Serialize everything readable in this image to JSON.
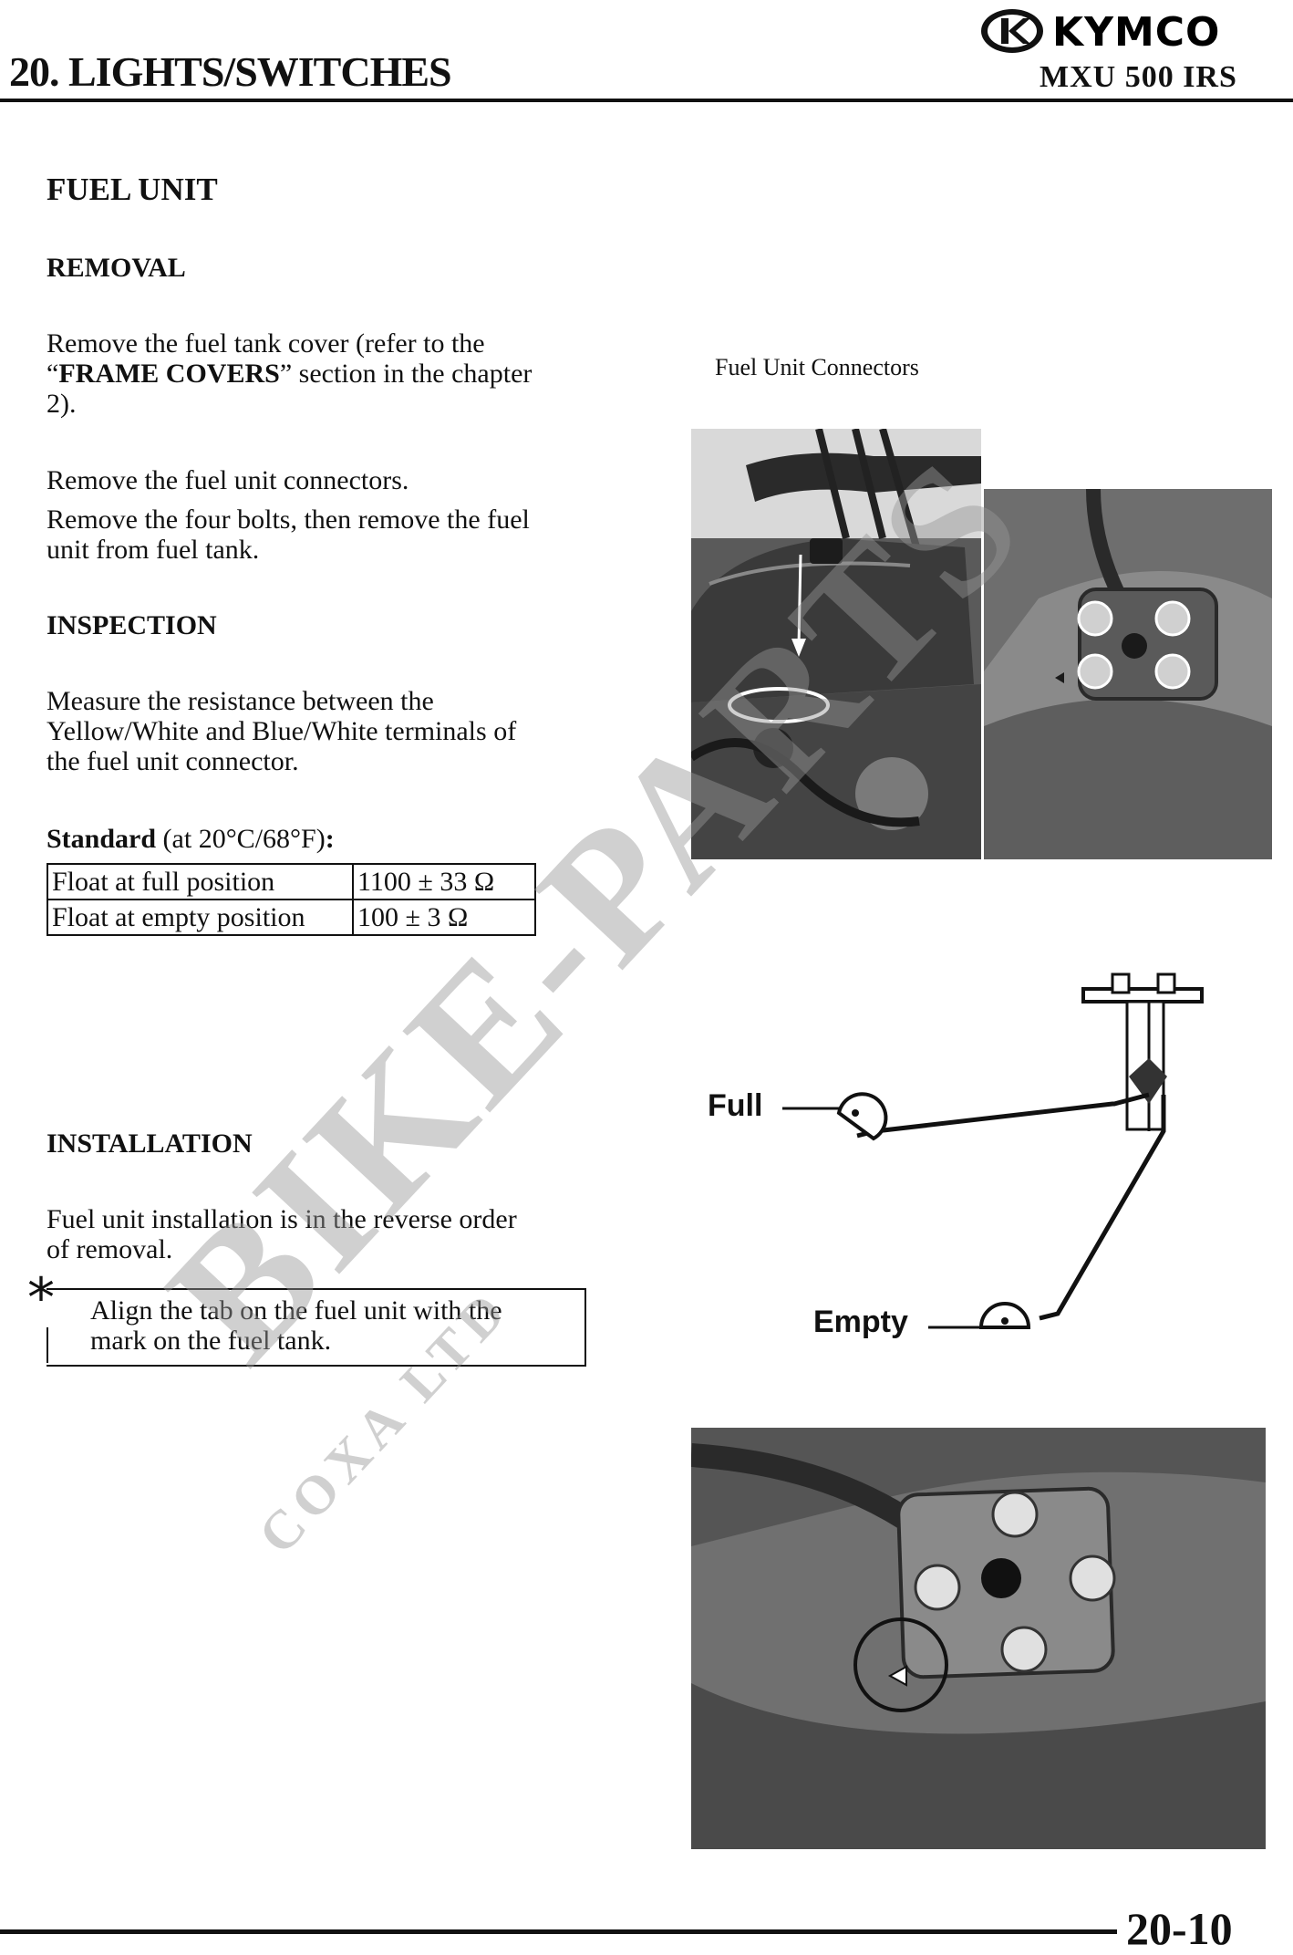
{
  "header": {
    "chapter_title": "20. LIGHTS/SWITCHES",
    "brand": "KYMCO",
    "model": "MXU 500 IRS"
  },
  "sections": {
    "main_title": "FUEL UNIT",
    "removal": {
      "heading": "REMOVAL",
      "p1_line1": "Remove the fuel tank cover (refer to the",
      "p1_quote_open": "“",
      "p1_bold": "FRAME COVERS",
      "p1_quote_rest": "” section in the chapter",
      "p1_line3": "2).",
      "p2": "Remove the fuel unit connectors.",
      "p3_line1": "Remove the four bolts, then remove the fuel",
      "p3_line2": "unit from fuel tank."
    },
    "inspection": {
      "heading": "INSPECTION",
      "p1_line1": "Measure the resistance between the",
      "p1_line2": "Yellow/White and Blue/White terminals of",
      "p1_line3": "the fuel unit connector.",
      "standard_label": "Standard",
      "standard_cond": " (at 20°C/68°F)",
      "standard_colon": ":",
      "table": [
        [
          "Float at full position",
          "1100 ± 33 Ω"
        ],
        [
          "Float at empty position",
          "100 ± 3 Ω"
        ]
      ]
    },
    "installation": {
      "heading": "INSTALLATION",
      "p1_line1": "Fuel unit installation is in the reverse order",
      "p1_line2": "of removal.",
      "note_symbol": "*",
      "note_line1": "Align the tab on the fuel unit with the",
      "note_line2": "mark on the fuel tank."
    }
  },
  "figures": {
    "connectors_caption": "Fuel Unit Connectors",
    "full_label": "Full",
    "empty_label": "Empty"
  },
  "watermark": {
    "main": "BIKE-PARTS",
    "sub": "COXA LTD"
  },
  "footer": {
    "page_number": "20-10"
  }
}
